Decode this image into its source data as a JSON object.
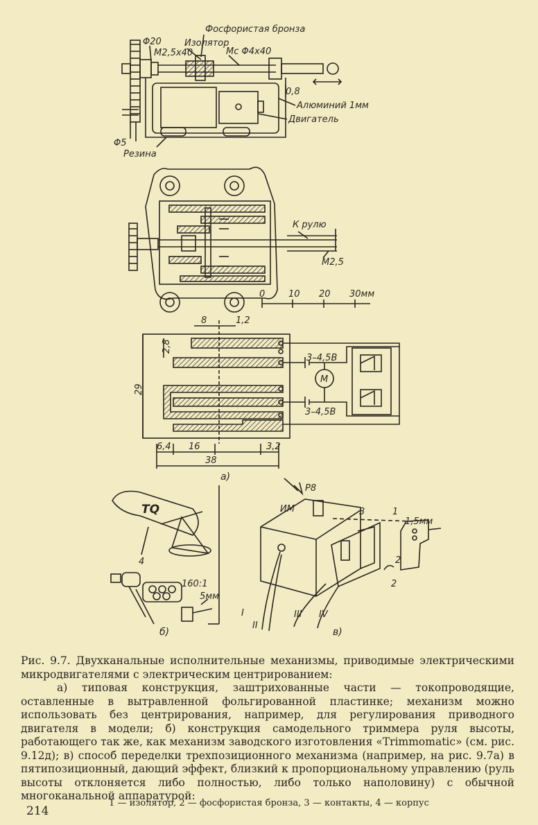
{
  "figure": {
    "a_top": {
      "phosphor_bronze": "Фосфористая бронза",
      "insulator": "Изолятор",
      "d20": "Φ20",
      "m25x40": "М2,5х40",
      "mc4x40": "Мс Φ4х40",
      "dim_08": "0,8",
      "aluminium": "Алюминий 1мм",
      "motor": "Двигатель",
      "d5": "Φ5",
      "rubber": "Резина"
    },
    "a_plan": {
      "to_rudder": "К рулю",
      "m25": "М2,5"
    },
    "scale": {
      "t0": "0",
      "t10": "10",
      "t20": "20",
      "t30": "30мм"
    },
    "a_circuit": {
      "dim_8": "8",
      "dim_12": "1,2",
      "dim_28": "2,8",
      "dim_29": "29",
      "battery1": "3–4,5В",
      "battery2": "3–4,5В",
      "motor_m": "M",
      "dim_64": "6,4",
      "dim_16": "16",
      "dim_32": "3,2",
      "dim_38": "38",
      "label_a": "а)"
    },
    "b": {
      "tq": "TQ",
      "num4": "4",
      "ratio": "160:1",
      "stroke": "5мм",
      "label_b": "б)"
    },
    "c": {
      "p8": "Р8",
      "im": "ИМ",
      "n3": "3",
      "n1": "1",
      "gap": "1,5мм",
      "n2a": "2",
      "n2b": "2",
      "r1": "I",
      "r2": "II",
      "r3": "III",
      "r4": "IV",
      "label_c": "в)"
    }
  },
  "caption": {
    "line1": "Рис. 9.7. Двухканальные исполнительные механизмы, приводимые электрическими микродвигателями с электрическим центрированием:",
    "body": "а) типовая конструкция, заштрихованные части — токопроводящие, оставленные в вытравленной фольгированной пластинке; механизм можно использовать без центрирования, например, для регулирования приводного двигателя в модели; б) конструкция самодельного триммера руля высоты, работающего так же, как механизм заводского изготовления «Trimmomatic» (см. рис. 9.12д); в) способ переделки трехпозиционного механизма (например, на рис. 9.7а) в пятипозиционный, дающий эффект, близкий к пропорциональному управлению (руль высоты отклоняется либо полностью, либо только наполовину) с обычной многоканальной аппаратурой:",
    "legend": "1 — изолятор, 2 — фосфористая бронза, 3 — контакты, 4 — корпус"
  },
  "page_number": "214"
}
